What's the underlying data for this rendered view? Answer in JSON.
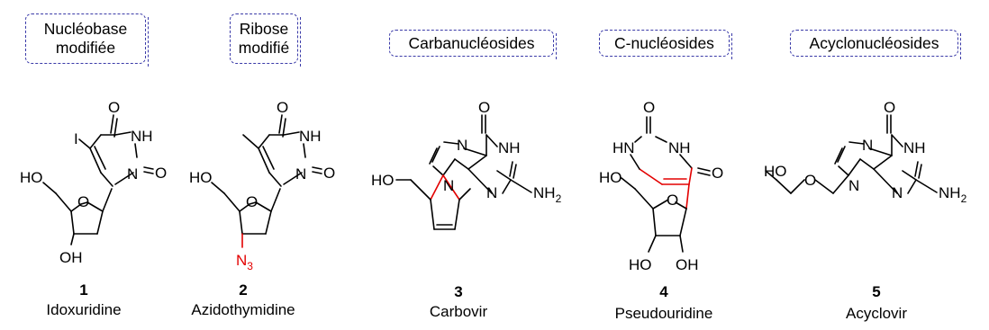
{
  "categories": [
    {
      "line1": "Nucléobase",
      "line2": "modifiée"
    },
    {
      "line1": "Ribose",
      "line2": "modifié"
    },
    {
      "line1": "Carbanucléosides",
      "line2": ""
    },
    {
      "line1": "C-nucléosides",
      "line2": ""
    },
    {
      "line1": "Acyclonucléosides",
      "line2": ""
    }
  ],
  "compounds": [
    {
      "number": "1",
      "name": "Idoxuridine"
    },
    {
      "number": "2",
      "name": "Azidothymidine"
    },
    {
      "number": "3",
      "name": "Carbovir"
    },
    {
      "number": "4",
      "name": "Pseudouridine"
    },
    {
      "number": "5",
      "name": "Acyclovir"
    }
  ],
  "atoms": {
    "o": "O",
    "nh": "NH",
    "n": "N",
    "hn": "HN",
    "i": "I",
    "ho": "HO",
    "oh": "OH",
    "nh2": "NH",
    "sub2": "2",
    "n3": "N",
    "sub3": "3"
  },
  "colors": {
    "box_border": "#3a3aa8",
    "highlight": "#e30000"
  }
}
